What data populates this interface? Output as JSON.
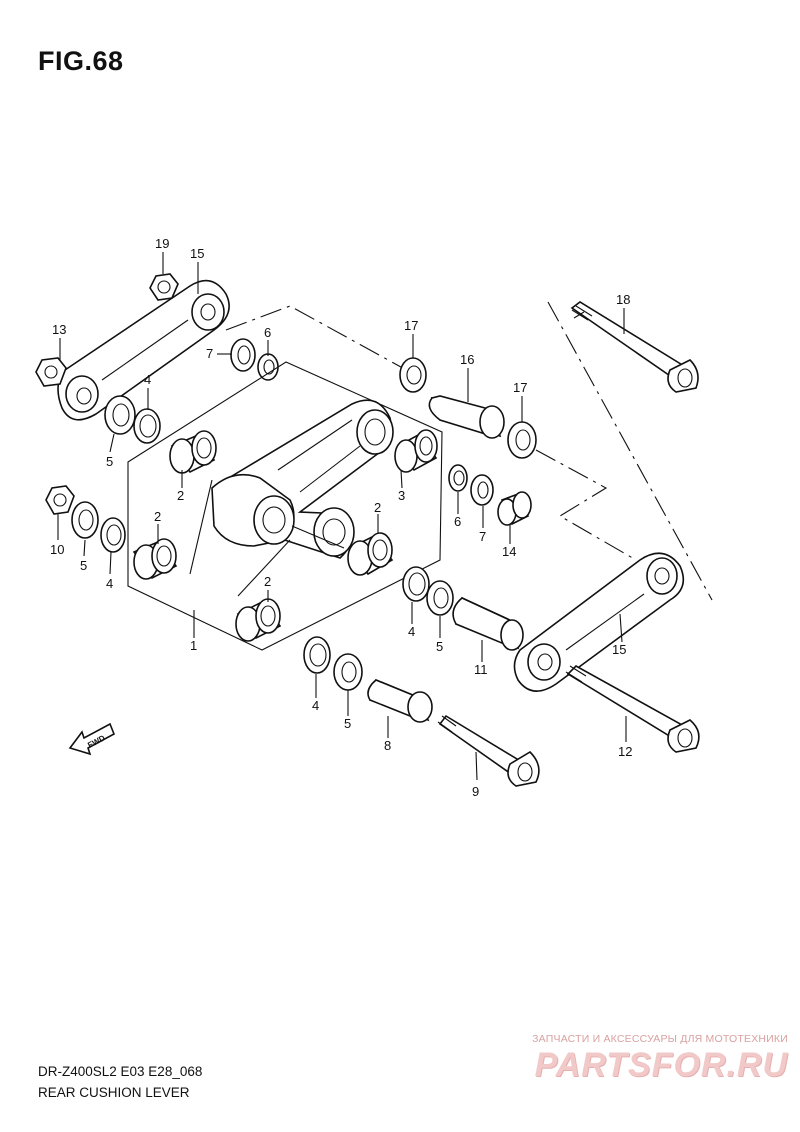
{
  "figure": {
    "title": "FIG.68",
    "model_code": "DR-Z400SL2 E03 E28_068",
    "name": "REAR CUSHION LEVER"
  },
  "fwd_label": "FWD",
  "callouts": {
    "c19": "19",
    "c15a": "15",
    "c13": "13",
    "c7a": "7",
    "c6a": "6",
    "c4a": "4",
    "c5a": "5",
    "c17a": "17",
    "c16": "16",
    "c17b": "17",
    "c18": "18",
    "c2a": "2",
    "c2b": "2",
    "c2c": "2",
    "c2d": "2",
    "c3": "3",
    "c6b": "6",
    "c7b": "7",
    "c14": "14",
    "c10": "10",
    "c5b": "5",
    "c4b": "4",
    "c4c": "4",
    "c5c": "5",
    "c11": "11",
    "c15b": "15",
    "c1": "1",
    "c4d": "4",
    "c5d": "5",
    "c8": "8",
    "c9": "9",
    "c12": "12"
  },
  "watermark": {
    "tagline": "ЗАПЧАСТИ И АКСЕССУАРЫ ДЛЯ МОТОТЕХНИКИ",
    "logo": "PARTSFOR.RU"
  },
  "colors": {
    "line": "#111111",
    "watermark_text": "#d9a0a0",
    "watermark_logo": "#f2c9c9"
  }
}
